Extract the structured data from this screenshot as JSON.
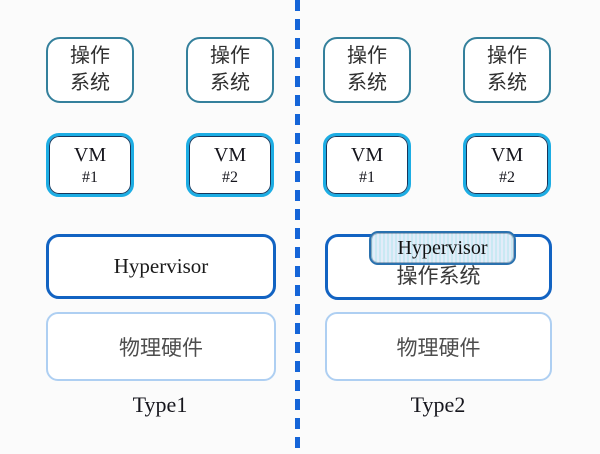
{
  "colors": {
    "background": "#fbfbfb",
    "divider_blue": "#1565d8",
    "os_box_border": "#34809c",
    "vm_box_border_outer": "#1cade4",
    "vm_box_border_inner": "#16365c",
    "hypervisor_box_border": "#1263c2",
    "hardware_box_border": "#aecff2",
    "badge_border": "#2a71ae",
    "badge_stripe_light": "#c9e9f3",
    "badge_stripe_blue": "#e3ecf9",
    "text_dark": "#2f2f2f",
    "text_gray": "#4d4d4d"
  },
  "left": {
    "caption": "Type1",
    "os1": {
      "line1": "操作",
      "line2": "系统"
    },
    "os2": {
      "line1": "操作",
      "line2": "系统"
    },
    "vm1": {
      "line1": "VM",
      "line2": "#1"
    },
    "vm2": {
      "line1": "VM",
      "line2": "#2"
    },
    "hypervisor_label": "Hypervisor",
    "hardware_label": "物理硬件"
  },
  "right": {
    "caption": "Type2",
    "os1": {
      "line1": "操作",
      "line2": "系统"
    },
    "os2": {
      "line1": "操作",
      "line2": "系统"
    },
    "vm1": {
      "line1": "VM",
      "line2": "#1"
    },
    "vm2": {
      "line1": "VM",
      "line2": "#2"
    },
    "hypervisor_badge_label": "Hypervisor",
    "host_os_label": "操作系统",
    "hardware_label": "物理硬件"
  }
}
